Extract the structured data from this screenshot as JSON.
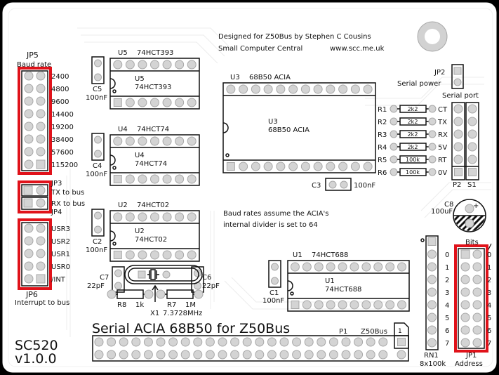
{
  "board": {
    "name": "SC520",
    "version": "v1.0.0",
    "title": "Serial ACIA 68B50 for Z50Bus",
    "credit_line1": "Designed for Z50Bus by Stephen C Cousins",
    "credit_line2": "Small Computer Central",
    "website": "www.scc.me.uk",
    "note_line1": "Baud rates assume the ACIA's",
    "note_line2": "internal divider is set to 64",
    "colors": {
      "silkscreen": "#111111",
      "pad": "#d4d4d4",
      "highlight": "#e0121a",
      "board": "#ffffff"
    }
  },
  "jumpers": {
    "jp5": {
      "ref": "JP5",
      "label": "Baud rate",
      "options": [
        "2400",
        "4800",
        "9600",
        "14400",
        "19200",
        "38400",
        "57600",
        "115200"
      ]
    },
    "jp3": {
      "ref": "JP3",
      "label": "TX to bus"
    },
    "jp4": {
      "ref": "JP4",
      "label": "RX to bus"
    },
    "jp6": {
      "ref": "JP6",
      "label": "Interrupt to bus",
      "options": [
        "USR3",
        "USR2",
        "USR1",
        "USR0",
        "/INT"
      ]
    },
    "jp2": {
      "ref": "JP2",
      "label": "Serial power"
    },
    "jp1": {
      "ref": "JP1",
      "label": "Address",
      "bits_label": "Bits",
      "bits": [
        "0",
        "1",
        "2",
        "3",
        "4",
        "5",
        "6",
        "7"
      ]
    }
  },
  "chips": {
    "u5": {
      "ref": "U5",
      "part": "74HCT393"
    },
    "u4": {
      "ref": "U4",
      "part": "74HCT74"
    },
    "u2": {
      "ref": "U2",
      "part": "74HCT02"
    },
    "u3": {
      "ref": "U3",
      "part": "68B50 ACIA"
    },
    "u1": {
      "ref": "U1",
      "part": "74HCT688"
    }
  },
  "capacitors": {
    "c5": {
      "ref": "C5",
      "value": "100nF"
    },
    "c4": {
      "ref": "C4",
      "value": "100nF"
    },
    "c2": {
      "ref": "C2",
      "value": "100nF"
    },
    "c1": {
      "ref": "C1",
      "value": "100nF"
    },
    "c3": {
      "ref": "C3",
      "value": "100nF"
    },
    "c7": {
      "ref": "C7",
      "value": "22pF"
    },
    "c6": {
      "ref": "C6",
      "value": "22pF"
    },
    "c8": {
      "ref": "C8",
      "value": "100uF",
      "polarity": "+"
    }
  },
  "resistors": {
    "r8": {
      "ref": "R8",
      "value": "1k"
    },
    "r7": {
      "ref": "R7",
      "value": "1M"
    },
    "serial": [
      {
        "ref": "R1",
        "value": "2k2",
        "signal": "CT"
      },
      {
        "ref": "R2",
        "value": "2k2",
        "signal": "TX"
      },
      {
        "ref": "R3",
        "value": "2k2",
        "signal": "RX"
      },
      {
        "ref": "R4",
        "value": "2k2",
        "signal": "5V"
      },
      {
        "ref": "R5",
        "value": "100k",
        "signal": "RT"
      },
      {
        "ref": "R6",
        "value": "100k",
        "signal": "0V"
      }
    ]
  },
  "crystal": {
    "ref": "X1",
    "value": "7.3728MHz"
  },
  "serial_port": {
    "label": "Serial port",
    "p2": "P2",
    "s1": "S1"
  },
  "rn1": {
    "ref": "RN1",
    "value": "8x100k",
    "index": [
      "0",
      "1",
      "2",
      "3",
      "4",
      "5",
      "6",
      "7"
    ]
  },
  "p1": {
    "ref": "P1",
    "label": "Z50Bus",
    "pin1": "1"
  }
}
